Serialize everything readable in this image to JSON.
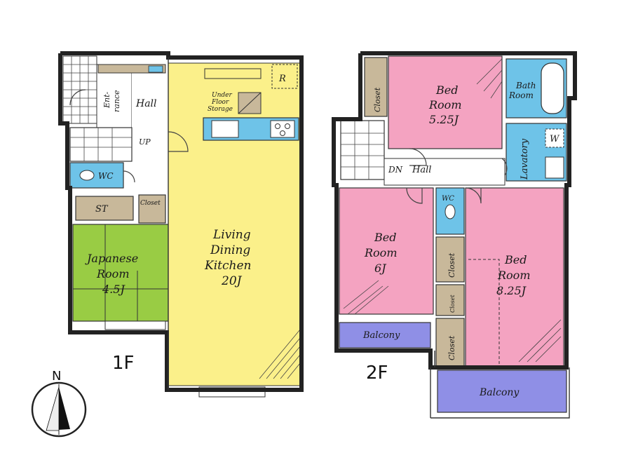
{
  "colors": {
    "pink": "#f4a3c1",
    "yellow": "#fbf08a",
    "green": "#99cc44",
    "blue": "#6ec3e8",
    "tan": "#c8b89a",
    "balcony": "#8f8fe6",
    "wall": "#222222"
  },
  "floor1": {
    "label": "1F",
    "rooms": {
      "hall": "Hall",
      "entrance_1": "Ent-",
      "entrance_2": "rance",
      "up": "UP",
      "wc": "WC",
      "st": "ST",
      "closet": "Closet",
      "japanese_1": "Japanese",
      "japanese_2": "Room",
      "japanese_3": "4.5J",
      "ldk_1": "Living",
      "ldk_2": "Dining",
      "ldk_3": "Kitchen",
      "ldk_4": "20J",
      "storage_1": "Under",
      "storage_2": "Floor",
      "storage_3": "Storage",
      "refrigerator": "R"
    }
  },
  "floor2": {
    "label": "2F",
    "rooms": {
      "closet_top": "Closet",
      "bed1_1": "Bed",
      "bed1_2": "Room",
      "bed1_3": "5.25J",
      "bath_1": "Bath",
      "bath_2": "Room",
      "lavatory": "Lavatory",
      "washer": "W",
      "dn": "DN",
      "hall": "Hall",
      "wc": "WC",
      "bed2_1": "Bed",
      "bed2_2": "Room",
      "bed2_3": "6J",
      "bed3_1": "Bed",
      "bed3_2": "Room",
      "bed3_3": "8.25J",
      "closet_a": "Closet",
      "closet_b": "Closet",
      "closet_c": "Closet",
      "balcony_left": "Balcony",
      "balcony_right": "Balcony"
    }
  },
  "compass": {
    "north": "N",
    "icon": "north-arrow-icon"
  }
}
